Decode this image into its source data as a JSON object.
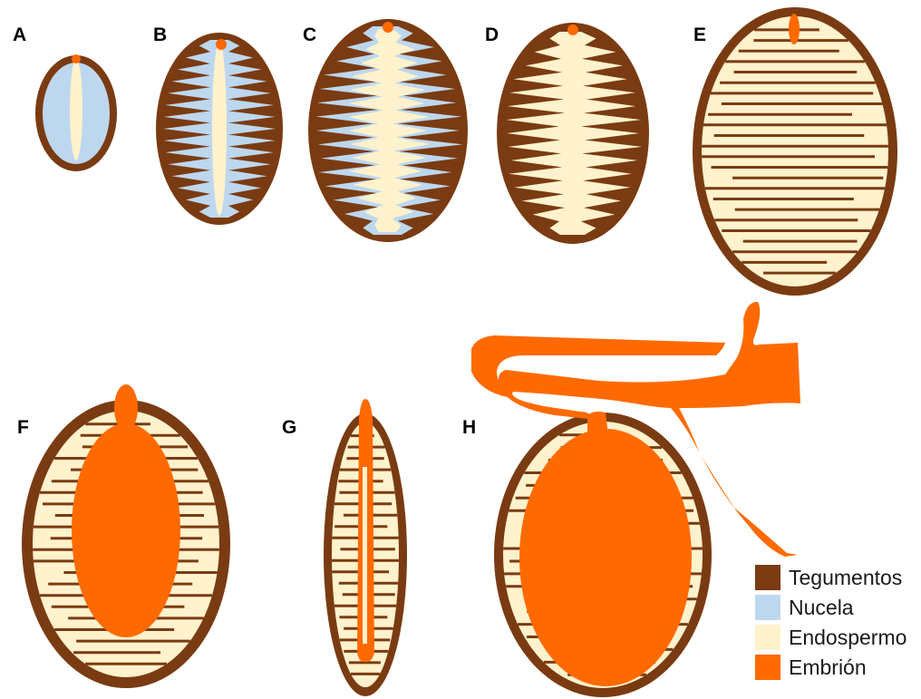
{
  "colors": {
    "tegumentos": "#7a3b12",
    "nucela": "#bdd7ee",
    "endospermo": "#fff2cc",
    "embrion": "#ff6a00"
  },
  "panels": [
    {
      "label": "A"
    },
    {
      "label": "B"
    },
    {
      "label": "C"
    },
    {
      "label": "D"
    },
    {
      "label": "E"
    },
    {
      "label": "F"
    },
    {
      "label": "G"
    },
    {
      "label": "H"
    }
  ],
  "legend": [
    {
      "label": "Tegumentos",
      "color": "#7a3b12"
    },
    {
      "label": "Nucela",
      "color": "#bdd7ee"
    },
    {
      "label": "Endospermo",
      "color": "#fff2cc"
    },
    {
      "label": "Embrión",
      "color": "#ff6a00"
    }
  ]
}
